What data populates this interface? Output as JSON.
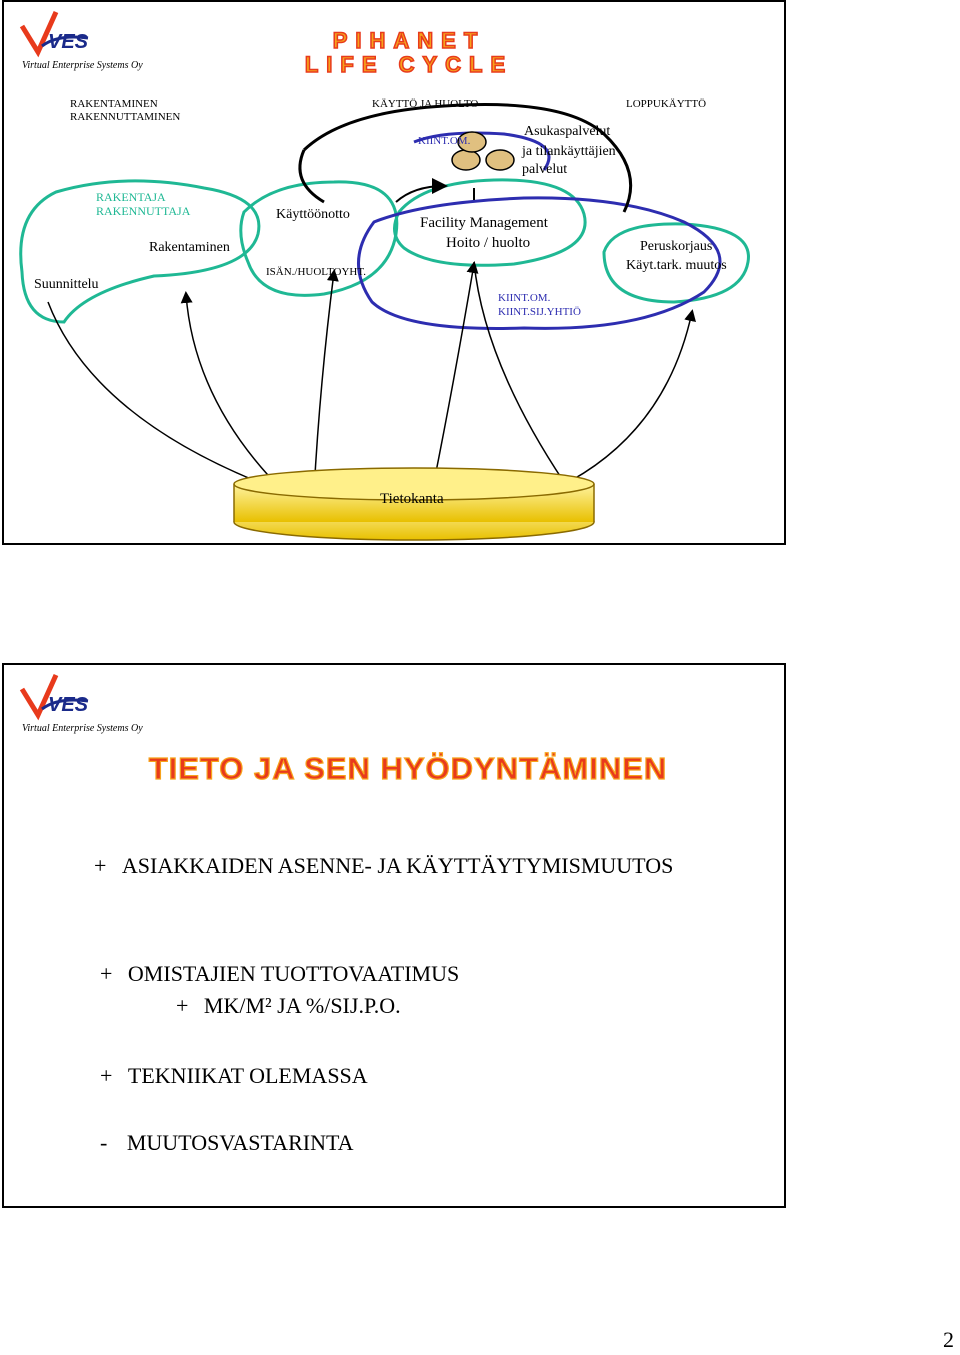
{
  "slide1": {
    "company": "Virtual Enterprise Systems Oy",
    "logo_text": "VES",
    "title_line1": "PIHANET",
    "title_line2": "LIFE CYCLE",
    "phases": {
      "left_line1": "RAKENTAMINEN",
      "left_line2": "RAKENNUTTAMINEN",
      "middle": "KÄYTTÖ JA HUOLTO",
      "right": "LOPPUKÄYTTÖ"
    },
    "labels": {
      "rakentaja1": "RAKENTAJA",
      "rakentaja2": "RAKENNUTTAJA",
      "suunnittelu": "Suunnittelu",
      "rakentaminen": "Rakentaminen",
      "kayttoonotto": "Käyttöönotto",
      "isan": "ISÄN./HUOLTOYHT.",
      "kiint_om_top": "KIINT.OM.",
      "asukas1": "Asukaspalvelut",
      "asukas2": "ja tilankäyttäjien",
      "asukas3": "palvelut",
      "fm1": "Facility Management",
      "fm2": "Hoito / huolto",
      "peruskorjaus1": "Peruskorjaus",
      "peruskorjaus2": "Käyt.tark. muutos",
      "kiint_om_bottom1": "KIINT.OM.",
      "kiint_om_bottom2": "KIINT.SIJ.YHTIÖ",
      "tietokanta": "Tietokanta"
    }
  },
  "slide2": {
    "company": "Virtual Enterprise Systems Oy",
    "logo_text": "VES",
    "title": "TIETO JA SEN HYÖDYNTÄMINEN",
    "items": [
      {
        "sign": "+",
        "text": "ASIAKKAIDEN ASENNE- JA KÄYTTÄYTYMISMUUTOS"
      },
      {
        "sign": "+",
        "text": "OMISTAJIEN TUOTTOVAATIMUS"
      },
      {
        "sign": "+",
        "text": "MK/M² JA %/SIJ.P.O."
      },
      {
        "sign": "+",
        "text": "TEKNIIKAT OLEMASSA"
      },
      {
        "sign": "-",
        "text": "MUUTOSVASTARINTA"
      }
    ]
  },
  "page_number": "2",
  "colors": {
    "teal": "#1fb894",
    "blue": "#2d2db0",
    "yellow": "#ffe24a",
    "gold": "#c8a000",
    "title_red": "#e83a1c",
    "title_orange": "#f7a21b"
  }
}
